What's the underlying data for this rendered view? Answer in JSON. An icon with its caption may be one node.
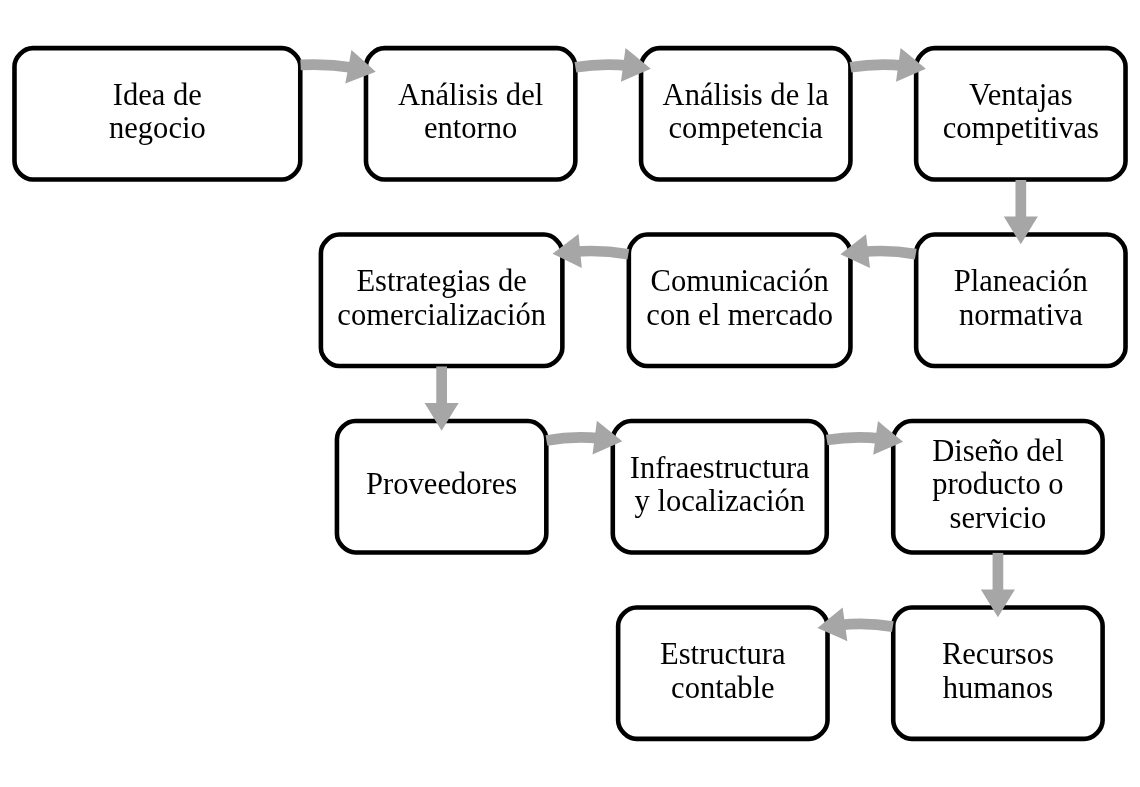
{
  "diagram": {
    "nodes": [
      {
        "text": [
          "Idea de negocio"
        ]
      },
      {
        "text": [
          "Análisis del entorno"
        ]
      },
      {
        "text": [
          "Análisis de la competencia"
        ]
      },
      {
        "text": [
          "Ventajas competitivas"
        ]
      },
      {
        "text": [
          "Estrategias de comercialización"
        ]
      },
      {
        "text": [
          "Comunicación con el mercado"
        ]
      },
      {
        "text": [
          "Planeación normativa"
        ]
      },
      {
        "text": [
          "Proveedores"
        ]
      },
      {
        "text": [
          "Infraestructura y localización"
        ]
      },
      {
        "text": [
          "Diseño del producto o servicio"
        ]
      },
      {
        "text": [
          "Estructura contable"
        ]
      },
      {
        "text": [
          "Recursos humanos"
        ]
      }
    ],
    "edges": [
      {
        "from": 0,
        "to": 1,
        "arrow": "to"
      },
      {
        "from": 1,
        "to": 2,
        "arrow": "to"
      },
      {
        "from": 2,
        "to": 3,
        "arrow": "to"
      },
      {
        "from": 3,
        "to": 6,
        "arrow": "to"
      },
      {
        "from": 6,
        "to": 5,
        "arrow": "to"
      },
      {
        "from": 5,
        "to": 4,
        "arrow": "to"
      },
      {
        "from": 4,
        "to": 7,
        "arrow": "to"
      },
      {
        "from": 7,
        "to": 8,
        "arrow": "to"
      },
      {
        "from": 8,
        "to": 9,
        "arrow": "to"
      },
      {
        "from": 9,
        "to": 11,
        "arrow": "to"
      },
      {
        "from": 11,
        "to": 10,
        "arrow": "to"
      }
    ]
  }
}
